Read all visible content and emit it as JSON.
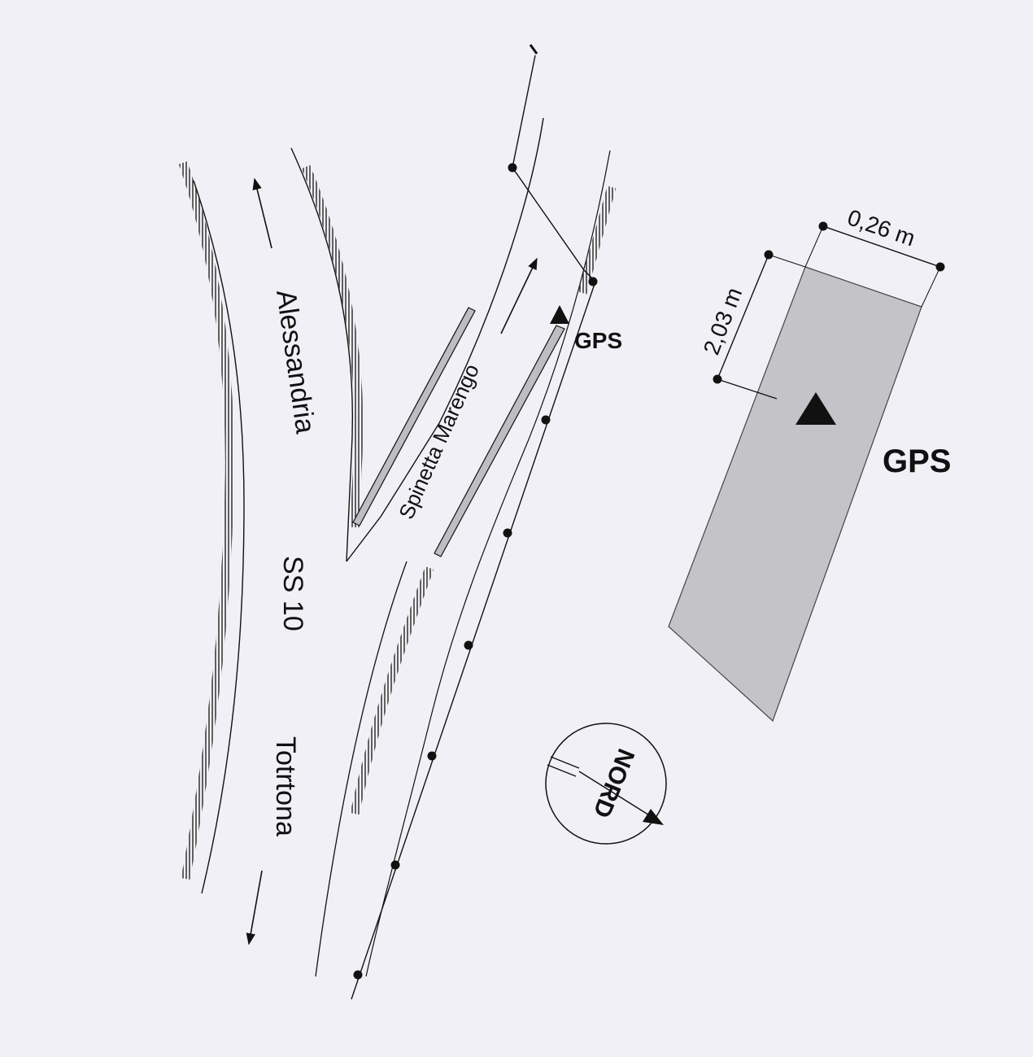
{
  "labels": {
    "alessandria": "Alessandria",
    "ss10": "SS 10",
    "tortona": "Totrtona",
    "spinetta": "Spinetta Marengo",
    "gps_small": "GPS",
    "gps_large": "GPS",
    "width_dim": "0,26 m",
    "length_dim": "2,03 m",
    "north": "NORD"
  },
  "colors": {
    "background": "#f1f0f6",
    "line": "#111111",
    "slab": "#c4c4c8",
    "platform": "#bdbdc2"
  },
  "icons": {
    "gps_marker": "triangle-icon",
    "north_arrow": "north-arrow-icon"
  }
}
